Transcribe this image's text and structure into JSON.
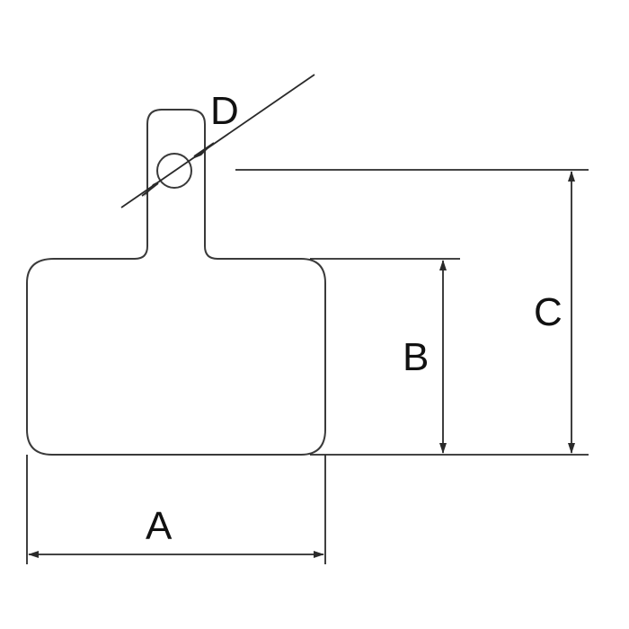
{
  "diagram": {
    "labels": {
      "a": "A",
      "b": "B",
      "c": "C",
      "d": "D"
    },
    "colors": {
      "outline": "#3a3a3a",
      "dimension": "#2a2a2a",
      "text": "#111111",
      "background": "#ffffff"
    }
  }
}
